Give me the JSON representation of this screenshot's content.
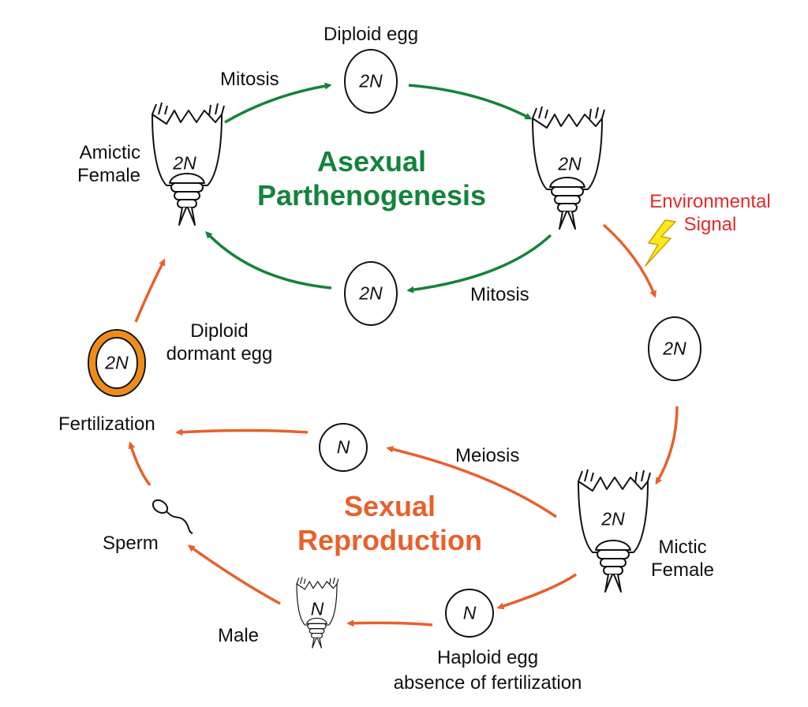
{
  "colors": {
    "asexual": "#14833b",
    "sexual": "#e8602c",
    "signal_text": "#e02a2a",
    "bolt": "#ffe81a",
    "dormant_shell": "#f08c16"
  },
  "headings": {
    "asexual": "Asexual\nParthenogenesis",
    "sexual": "Sexual\nReproduction"
  },
  "labels": {
    "diploid_egg": "Diploid egg",
    "mitosis_top": "Mitosis",
    "mitosis_bottom": "Mitosis",
    "amictic_female": "Amictic\nFemale",
    "environmental_signal": "Environmental\nSignal",
    "diploid_dormant_egg": "Diploid\ndormant egg",
    "fertilization": "Fertilization",
    "meiosis": "Meiosis",
    "sperm": "Sperm",
    "male": "Male",
    "mictic_female": "Mictic\nFemale",
    "haploid_egg": "Haploid egg\nabsence of fertilization"
  },
  "ploidy": {
    "diploid": "2N",
    "haploid": "N"
  },
  "icons": [
    "rotifer-icon",
    "egg-icon",
    "dormant-egg-icon",
    "sperm-icon",
    "lightning-bolt-icon"
  ]
}
